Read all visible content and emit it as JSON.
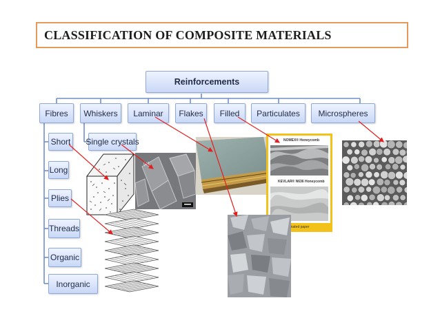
{
  "title": "CLASSIFICATION OF COMPOSITE MATERIALS",
  "root": "Reinforcements",
  "categories": [
    "Fibres",
    "Whiskers",
    "Laminar",
    "Flakes",
    "Filled",
    "Particulates",
    "Microspheres"
  ],
  "fibre_types": [
    "Short",
    "Long",
    "Plies",
    "Threads",
    "Organic",
    "Inorganic"
  ],
  "whisker_types": [
    "Single crystals"
  ],
  "honeycomb": {
    "top_caption": "NOMEX® Honeycomb",
    "mid_caption": "KEVLAR® N636 Honeycomb",
    "bottom_caption": "Resin-impregnated paper"
  },
  "colors": {
    "title_border": "#e39a5a",
    "node_fill": "#c9d8f7",
    "connector": "#6f8fc9",
    "arrow": "#e21f1f",
    "honeycomb_frame": "#f2c21b"
  }
}
